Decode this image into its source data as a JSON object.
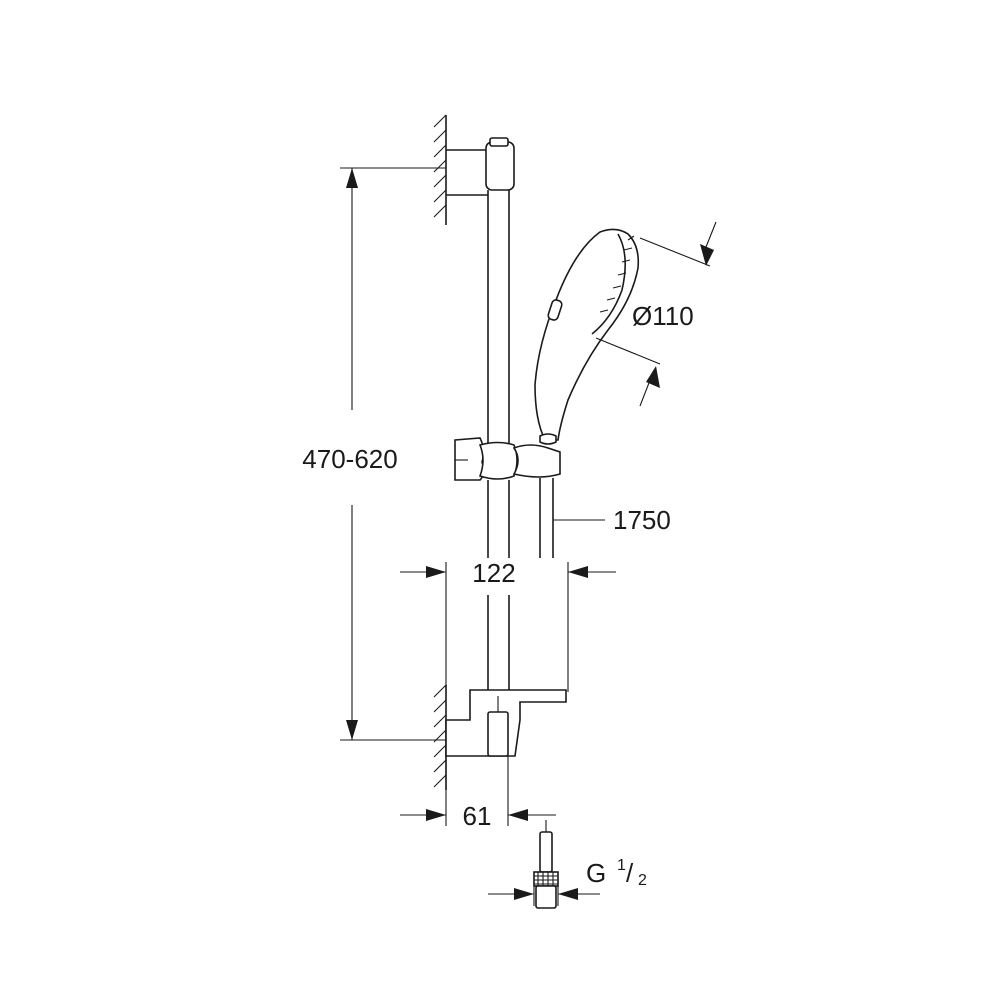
{
  "drawing": {
    "dimensions": {
      "height_range": "470-620",
      "head_diameter": "Ø110",
      "hose_length": "1750",
      "slider_depth": "122",
      "wall_depth": "61",
      "thread_main": "G",
      "thread_num": "1",
      "thread_sep": "/",
      "thread_den": "2"
    },
    "colors": {
      "line": "#1a1a1a",
      "background": "#ffffff"
    }
  }
}
